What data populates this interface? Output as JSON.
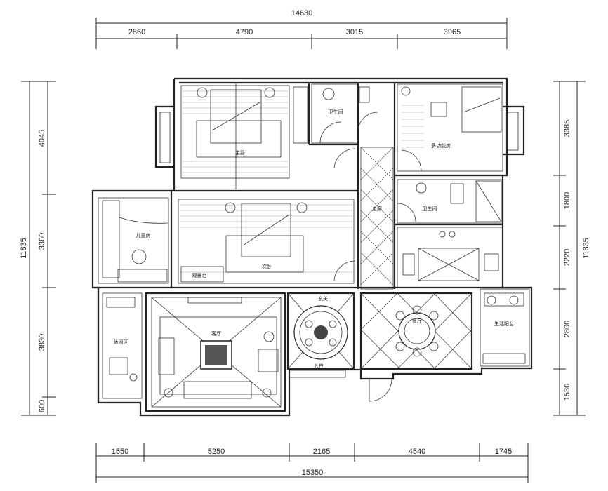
{
  "dimensions": {
    "top_total": "14630",
    "top_segments": [
      "2860",
      "4790",
      "3015",
      "3965"
    ],
    "bottom_segments": [
      "1550",
      "5250",
      "2165",
      "4540",
      "1745"
    ],
    "bottom_total": "15350",
    "left_total": "11835",
    "left_segments": [
      "4045",
      "3360",
      "3830",
      "600"
    ],
    "right_total": "11835",
    "right_segments": [
      "3385",
      "1800",
      "2220",
      "2800",
      "1530"
    ]
  },
  "rooms": {
    "master_bedroom": "主卧",
    "bathroom_1": "卫生间",
    "study_bedroom": "多功能房",
    "bathroom_2": "卫生间",
    "corridor": "走廊",
    "second_bedroom": "次卧",
    "kids_room": "儿童房",
    "balcony_window": "观景台",
    "leisure_area": "休闲区",
    "living_room": "客厅",
    "foyer": "玄关",
    "entry": "入户",
    "dining_room": "餐厅",
    "service_balcony": "生活阳台"
  }
}
